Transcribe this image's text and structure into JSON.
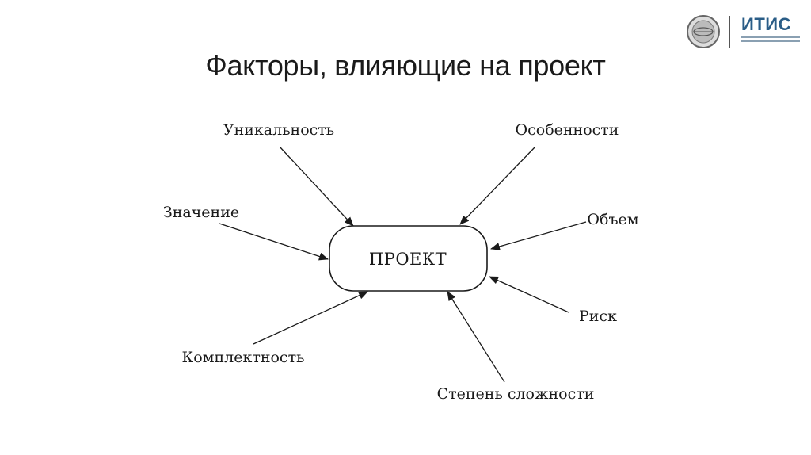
{
  "slide": {
    "title": "Факторы, влияющие на проект",
    "logo_text": "ИТИС"
  },
  "diagram": {
    "center": "ПРОЕКТ",
    "factors": {
      "uniqueness": "Уникальность",
      "features": "Особенности",
      "importance": "Значение",
      "volume": "Объем",
      "risk": "Риск",
      "completeness": "Комплектность",
      "complexity": "Степень сложности"
    }
  }
}
